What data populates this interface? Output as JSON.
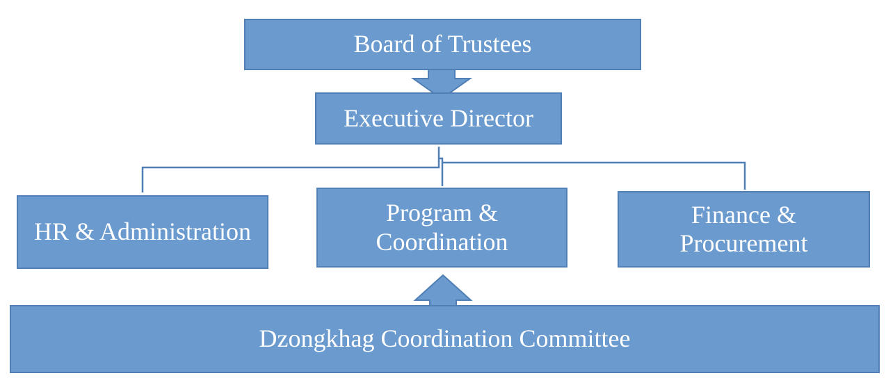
{
  "diagram": {
    "nodes": {
      "board": "Board of Trustees",
      "executive": "Executive Director",
      "hr": "HR & Administration",
      "program_line1": "Program &",
      "program_line2": "Coordination",
      "finance_line1": "Finance &",
      "finance_line2": "Procurement",
      "dzongkhag": "Dzongkhag Coordination Committee"
    },
    "colors": {
      "box_fill": "#6a9ace",
      "box_border": "#4f7fb5",
      "text": "#ffffff",
      "connector": "#4f7fb5"
    }
  }
}
